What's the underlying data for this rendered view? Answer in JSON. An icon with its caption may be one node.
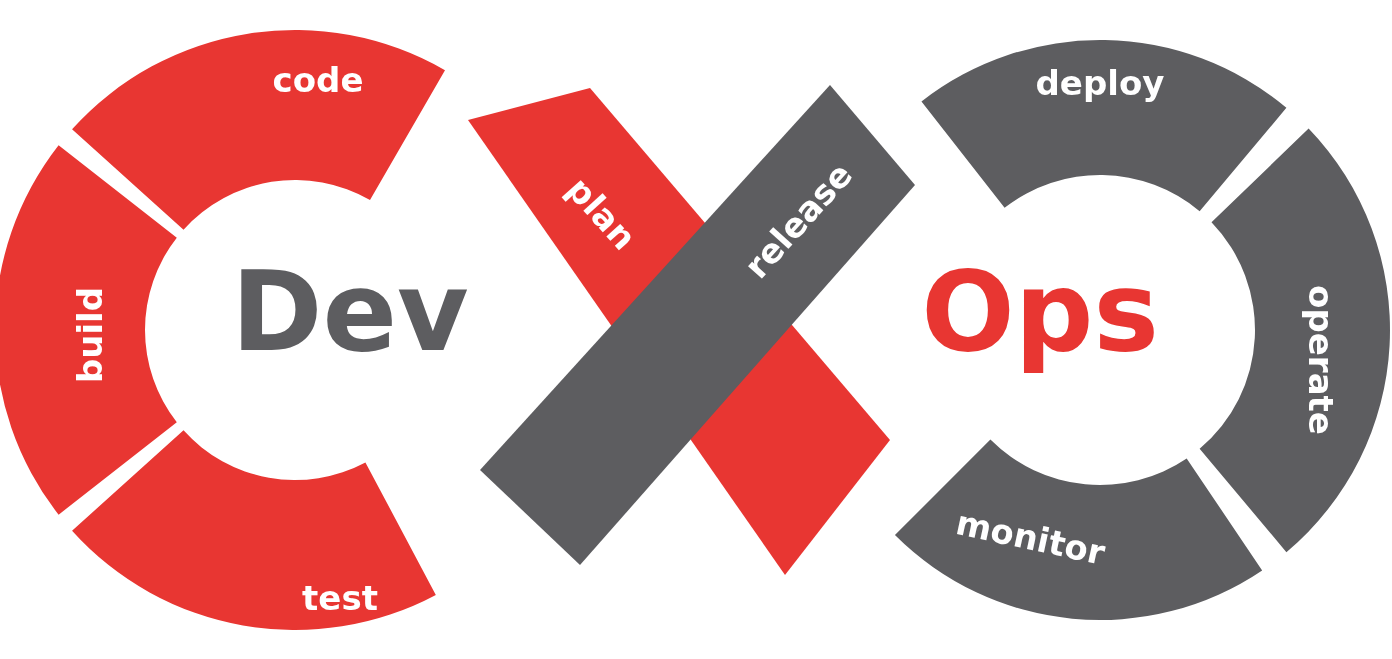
{
  "diagram": {
    "nodes": [
      {
        "text": [
          "plan"
        ]
      },
      {
        "text": [
          "code"
        ]
      },
      {
        "text": [
          "build"
        ]
      },
      {
        "text": [
          "test"
        ]
      },
      {
        "text": [
          "release"
        ]
      },
      {
        "text": [
          "deploy"
        ]
      },
      {
        "text": [
          "operate"
        ]
      },
      {
        "text": [
          "monitor"
        ]
      }
    ],
    "labels": [
      "Dev",
      "Ops"
    ]
  }
}
